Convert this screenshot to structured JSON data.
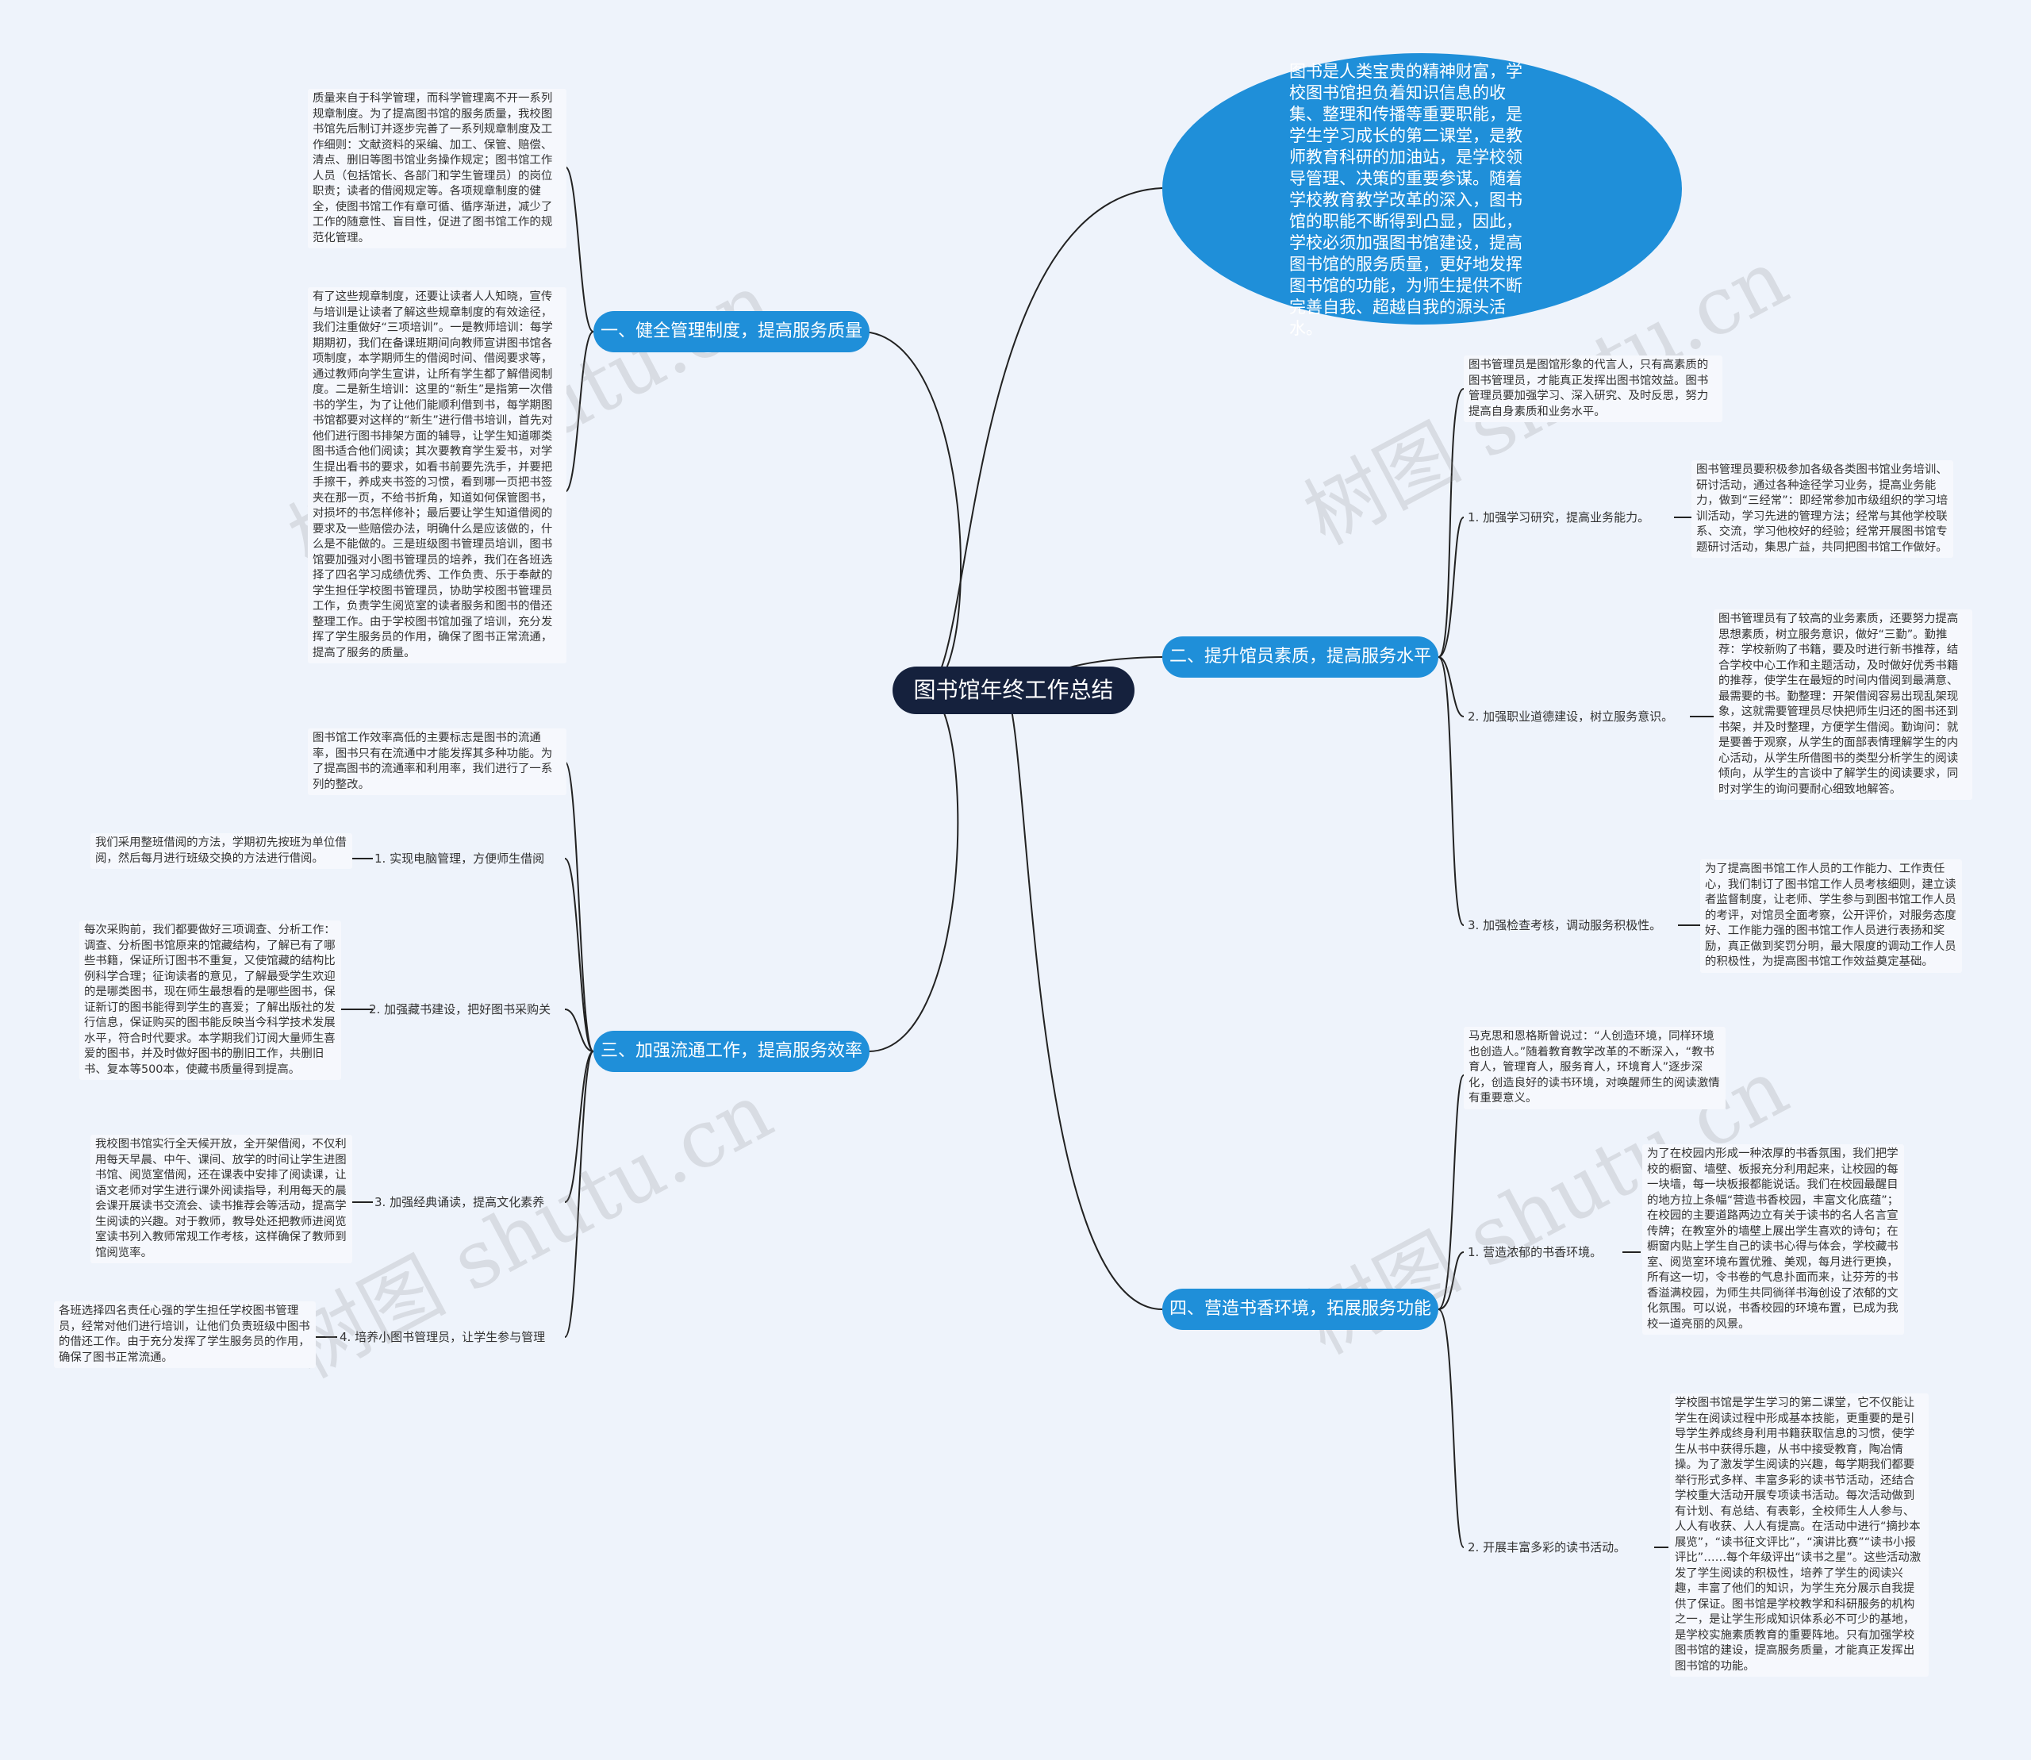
{
  "title": "图书馆年终工作总结",
  "intro": "图书是人类宝贵的精神财富，学校图书馆担负着知识信息的收集、整理和传播等重要职能，是学生学习成长的第二课堂，是教师教育科研的加油站，是学校领导管理、决策的重要参谋。随着学校教育教学改革的深入，图书馆的职能不断得到凸显，因此，学校必须加强图书馆建设，提高图书馆的服务质量，更好地发挥图书馆的功能，为师生提供不断完善自我、超越自我的源头活水。",
  "branches": {
    "b1": {
      "label": "一、健全管理制度，提高服务质量",
      "t1": "质量来自于科学管理，而科学管理离不开一系列规章制度。为了提高图书馆的服务质量，我校图书馆先后制订并逐步完善了一系列规章制度及工作细则：文献资料的采编、加工、保管、赔偿、清点、删旧等图书馆业务操作规定；图书馆工作人员（包括馆长、各部门和学生管理员）的岗位职责；读者的借阅规定等。各项规章制度的健全，使图书馆工作有章可循、循序渐进，减少了工作的随意性、盲目性，促进了图书馆工作的规范化管理。",
      "t2": "有了这些规章制度，还要让读者人人知晓，宣传与培训是让读者了解这些规章制度的有效途径，我们注重做好“三项培训”。一是教师培训：每学期期初，我们在备课班期间向教师宣讲图书馆各项制度，本学期师生的借阅时间、借阅要求等，通过教师向学生宣讲，让所有学生都了解借阅制度。二是新生培训：这里的“新生”是指第一次借书的学生，为了让他们能顺利借到书，每学期图书馆都要对这样的“新生”进行借书培训，首先对他们进行图书排架方面的辅导，让学生知道哪类图书适合他们阅读；其次要教育学生爱书，对学生提出看书的要求，如看书前要先洗手，并要把手擦干，养成夹书签的习惯，看到哪一页把书签夹在那一页，不给书折角，知道如何保管图书，对损坏的书怎样修补；最后要让学生知道借阅的要求及一些赔偿办法，明确什么是应该做的，什么是不能做的。三是班级图书管理员培训，图书馆要加强对小图书管理员的培养，我们在各班选择了四名学习成绩优秀、工作负责、乐于奉献的学生担任学校图书管理员，协助学校图书管理员工作，负责学生阅览室的读者服务和图书的借还整理工作。由于学校图书馆加强了培训，充分发挥了学生服务员的作用，确保了图书正常流通，提高了服务的质量。"
    },
    "b2": {
      "label": "二、提升馆员素质，提高服务水平",
      "intro": "图书管理员是图馆形象的代言人，只有高素质的图书管理员，才能真正发挥出图书馆效益。图书管理员要加强学习、深入研究、及时反思，努力提高自身素质和业务水平。",
      "s1": "1. 加强学习研究，提高业务能力。",
      "s1t": "图书管理员要积极参加各级各类图书馆业务培训、研讨活动，通过各种途径学习业务，提高业务能力，做到“三经常”：即经常参加市级组织的学习培训活动，学习先进的管理方法；经常与其他学校联系、交流，学习他校好的经验；经常开展图书馆专题研讨活动，集思广益，共同把图书馆工作做好。",
      "s2": "2. 加强职业道德建设，树立服务意识。",
      "s2t": "图书管理员有了较高的业务素质，还要努力提高思想素质，树立服务意识，做好“三勤”。勤推荐：学校新购了书籍，要及时进行新书推荐，结合学校中心工作和主题活动，及时做好优秀书籍的推荐，使学生在最短的时间内借阅到最满意、最需要的书。勤整理：开架借阅容易出现乱架现象，这就需要管理员尽快把师生归还的图书还到书架，并及时整理，方便学生借阅。勤询问：就是要善于观察，从学生的面部表情理解学生的内心活动，从学生所借图书的类型分析学生的阅读倾向，从学生的言谈中了解学生的阅读要求，同时对学生的询问要耐心细致地解答。",
      "s3": "3. 加强检查考核，调动服务积极性。",
      "s3t": "为了提高图书馆工作人员的工作能力、工作责任心，我们制订了图书馆工作人员考核细则，建立读者监督制度，让老师、学生参与到图书馆工作人员的考评，对馆员全面考察，公开评价，对服务态度好、工作能力强的图书馆工作人员进行表扬和奖励，真正做到奖罚分明，最大限度的调动工作人员的积极性，为提高图书馆工作效益奠定基础。"
    },
    "b3": {
      "label": "三、加强流通工作，提高服务效率",
      "intro": "图书馆工作效率高低的主要标志是图书的流通率，图书只有在流通中才能发挥其多种功能。为了提高图书的流通率和利用率，我们进行了一系列的整改。",
      "s1": "1. 实现电脑管理，方便师生借阅",
      "s1t": "我们采用整班借阅的方法，学期初先按班为单位借阅，然后每月进行班级交换的方法进行借阅。",
      "s2": "2. 加强藏书建设，把好图书采购关",
      "s2t": "每次采购前，我们都要做好三项调查、分析工作：调查、分析图书馆原来的馆藏结构，了解已有了哪些书籍，保证所订图书不重复，又使馆藏的结构比例科学合理；征询读者的意见，了解最受学生欢迎的是哪类图书，现在师生最想看的是哪些图书，保证新订的图书能得到学生的喜爱；了解出版社的发行信息，保证购买的图书能反映当今科学技术发展水平，符合时代要求。本学期我们订阅大量师生喜爱的图书，并及时做好图书的删旧工作，共删旧书、复本等500本，使藏书质量得到提高。",
      "s3": "3. 加强经典诵读，提高文化素养",
      "s3t": "我校图书馆实行全天候开放，全开架借阅，不仅利用每天早晨、中午、课间、放学的时间让学生进图书馆、阅览室借阅，还在课表中安排了阅读课，让语文老师对学生进行课外阅读指导，利用每天的晨会课开展读书交流会、读书推荐会等活动，提高学生阅读的兴趣。对于教师，教导处还把教师进阅览室读书列入教师常规工作考核，这样确保了教师到馆阅览率。",
      "s4": "4. 培养小图书管理员，让学生参与管理",
      "s4t": "各班选择四名责任心强的学生担任学校图书管理员，经常对他们进行培训，让他们负责班级中图书的借还工作。由于充分发挥了学生服务员的作用，确保了图书正常流通。"
    },
    "b4": {
      "label": "四、营造书香环境，拓展服务功能",
      "intro": "马克思和恩格斯曾说过：“人创造环境，同样环境也创造人。”随着教育教学改革的不断深入，“教书育人，管理育人，服务育人，环境育人”逐步深化，创造良好的读书环境，对唤醒师生的阅读激情有重要意义。",
      "s1": "1. 营造浓郁的书香环境。",
      "s1t": "为了在校园内形成一种浓厚的书香氛围，我们把学校的橱窗、墙壁、板报充分利用起来，让校园的每一块墙，每一块板报都能说话。我们在校园最醒目的地方拉上条幅“营造书香校园，丰富文化底蕴”；在校园的主要道路两边立有关于读书的名人名言宣传牌；在教室外的墙壁上展出学生喜欢的诗句；在橱窗内贴上学生自己的读书心得与体会，学校藏书室、阅览室环境布置优雅、美观，每月进行更换，所有这一切，令书卷的气息扑面而来，让芬芳的书香溢满校园，为师生共同徜徉书海创设了浓郁的文化氛围。可以说，书香校园的环境布置，已成为我校一道亮丽的风景。",
      "s2": "2. 开展丰富多彩的读书活动。",
      "s2t": "学校图书馆是学生学习的第二课堂，它不仅能让学生在阅读过程中形成基本技能，更重要的是引导学生养成终身利用书籍获取信息的习惯，使学生从书中获得乐趣，从书中接受教育，陶冶情操。为了激发学生阅读的兴趣，每学期我们都要举行形式多样、丰富多彩的读书节活动，还结合学校重大活动开展专项读书活动。每次活动做到有计划、有总结、有表彰，全校师生人人参与、人人有收获、人人有提高。在活动中进行“摘抄本展览”，“读书征文评比”，“演讲比赛”“读书小报评比”……每个年级评出“读书之星”。这些活动激发了学生阅读的积极性，培养了学生的阅读兴趣，丰富了他们的知识，为学生充分展示自我提供了保证。图书馆是学校教学和科研服务的机构之一，是让学生形成知识体系必不可少的基地，是学校实施素质教育的重要阵地。只有加强学校图书馆的建设，提高服务质量，才能真正发挥出图书馆的功能。"
    }
  },
  "watermark": "树图 shutu.cn",
  "colors": {
    "accent": "#1f8fd9",
    "center": "#15213d",
    "line": "#222222",
    "note_bg": "#f6f8fd"
  }
}
